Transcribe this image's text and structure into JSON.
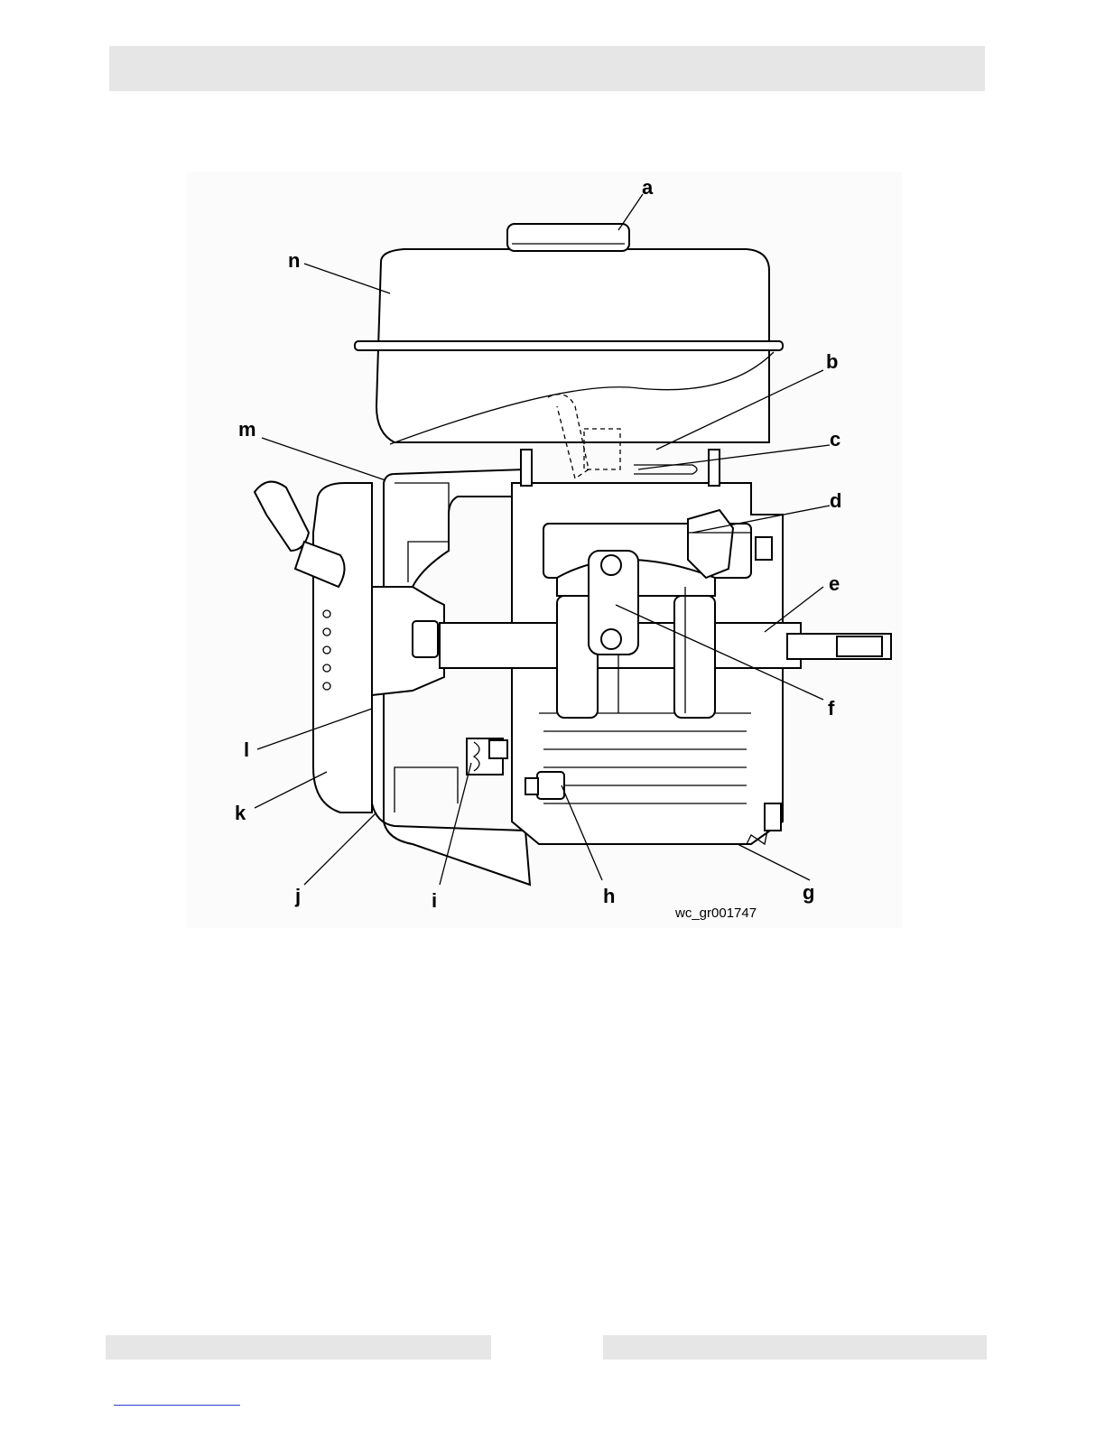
{
  "header": {
    "title": ""
  },
  "figure": {
    "reference": "wc_gr001747",
    "callouts": [
      {
        "id": "a",
        "label": "a"
      },
      {
        "id": "b",
        "label": "b"
      },
      {
        "id": "c",
        "label": "c"
      },
      {
        "id": "d",
        "label": "d"
      },
      {
        "id": "e",
        "label": "e"
      },
      {
        "id": "f",
        "label": "f"
      },
      {
        "id": "g",
        "label": "g"
      },
      {
        "id": "h",
        "label": "h"
      },
      {
        "id": "i",
        "label": "i"
      },
      {
        "id": "j",
        "label": "j"
      },
      {
        "id": "k",
        "label": "k"
      },
      {
        "id": "l",
        "label": "l"
      },
      {
        "id": "m",
        "label": "m"
      },
      {
        "id": "n",
        "label": "n"
      }
    ]
  },
  "footer": {
    "left": "",
    "right": "",
    "link": ""
  }
}
